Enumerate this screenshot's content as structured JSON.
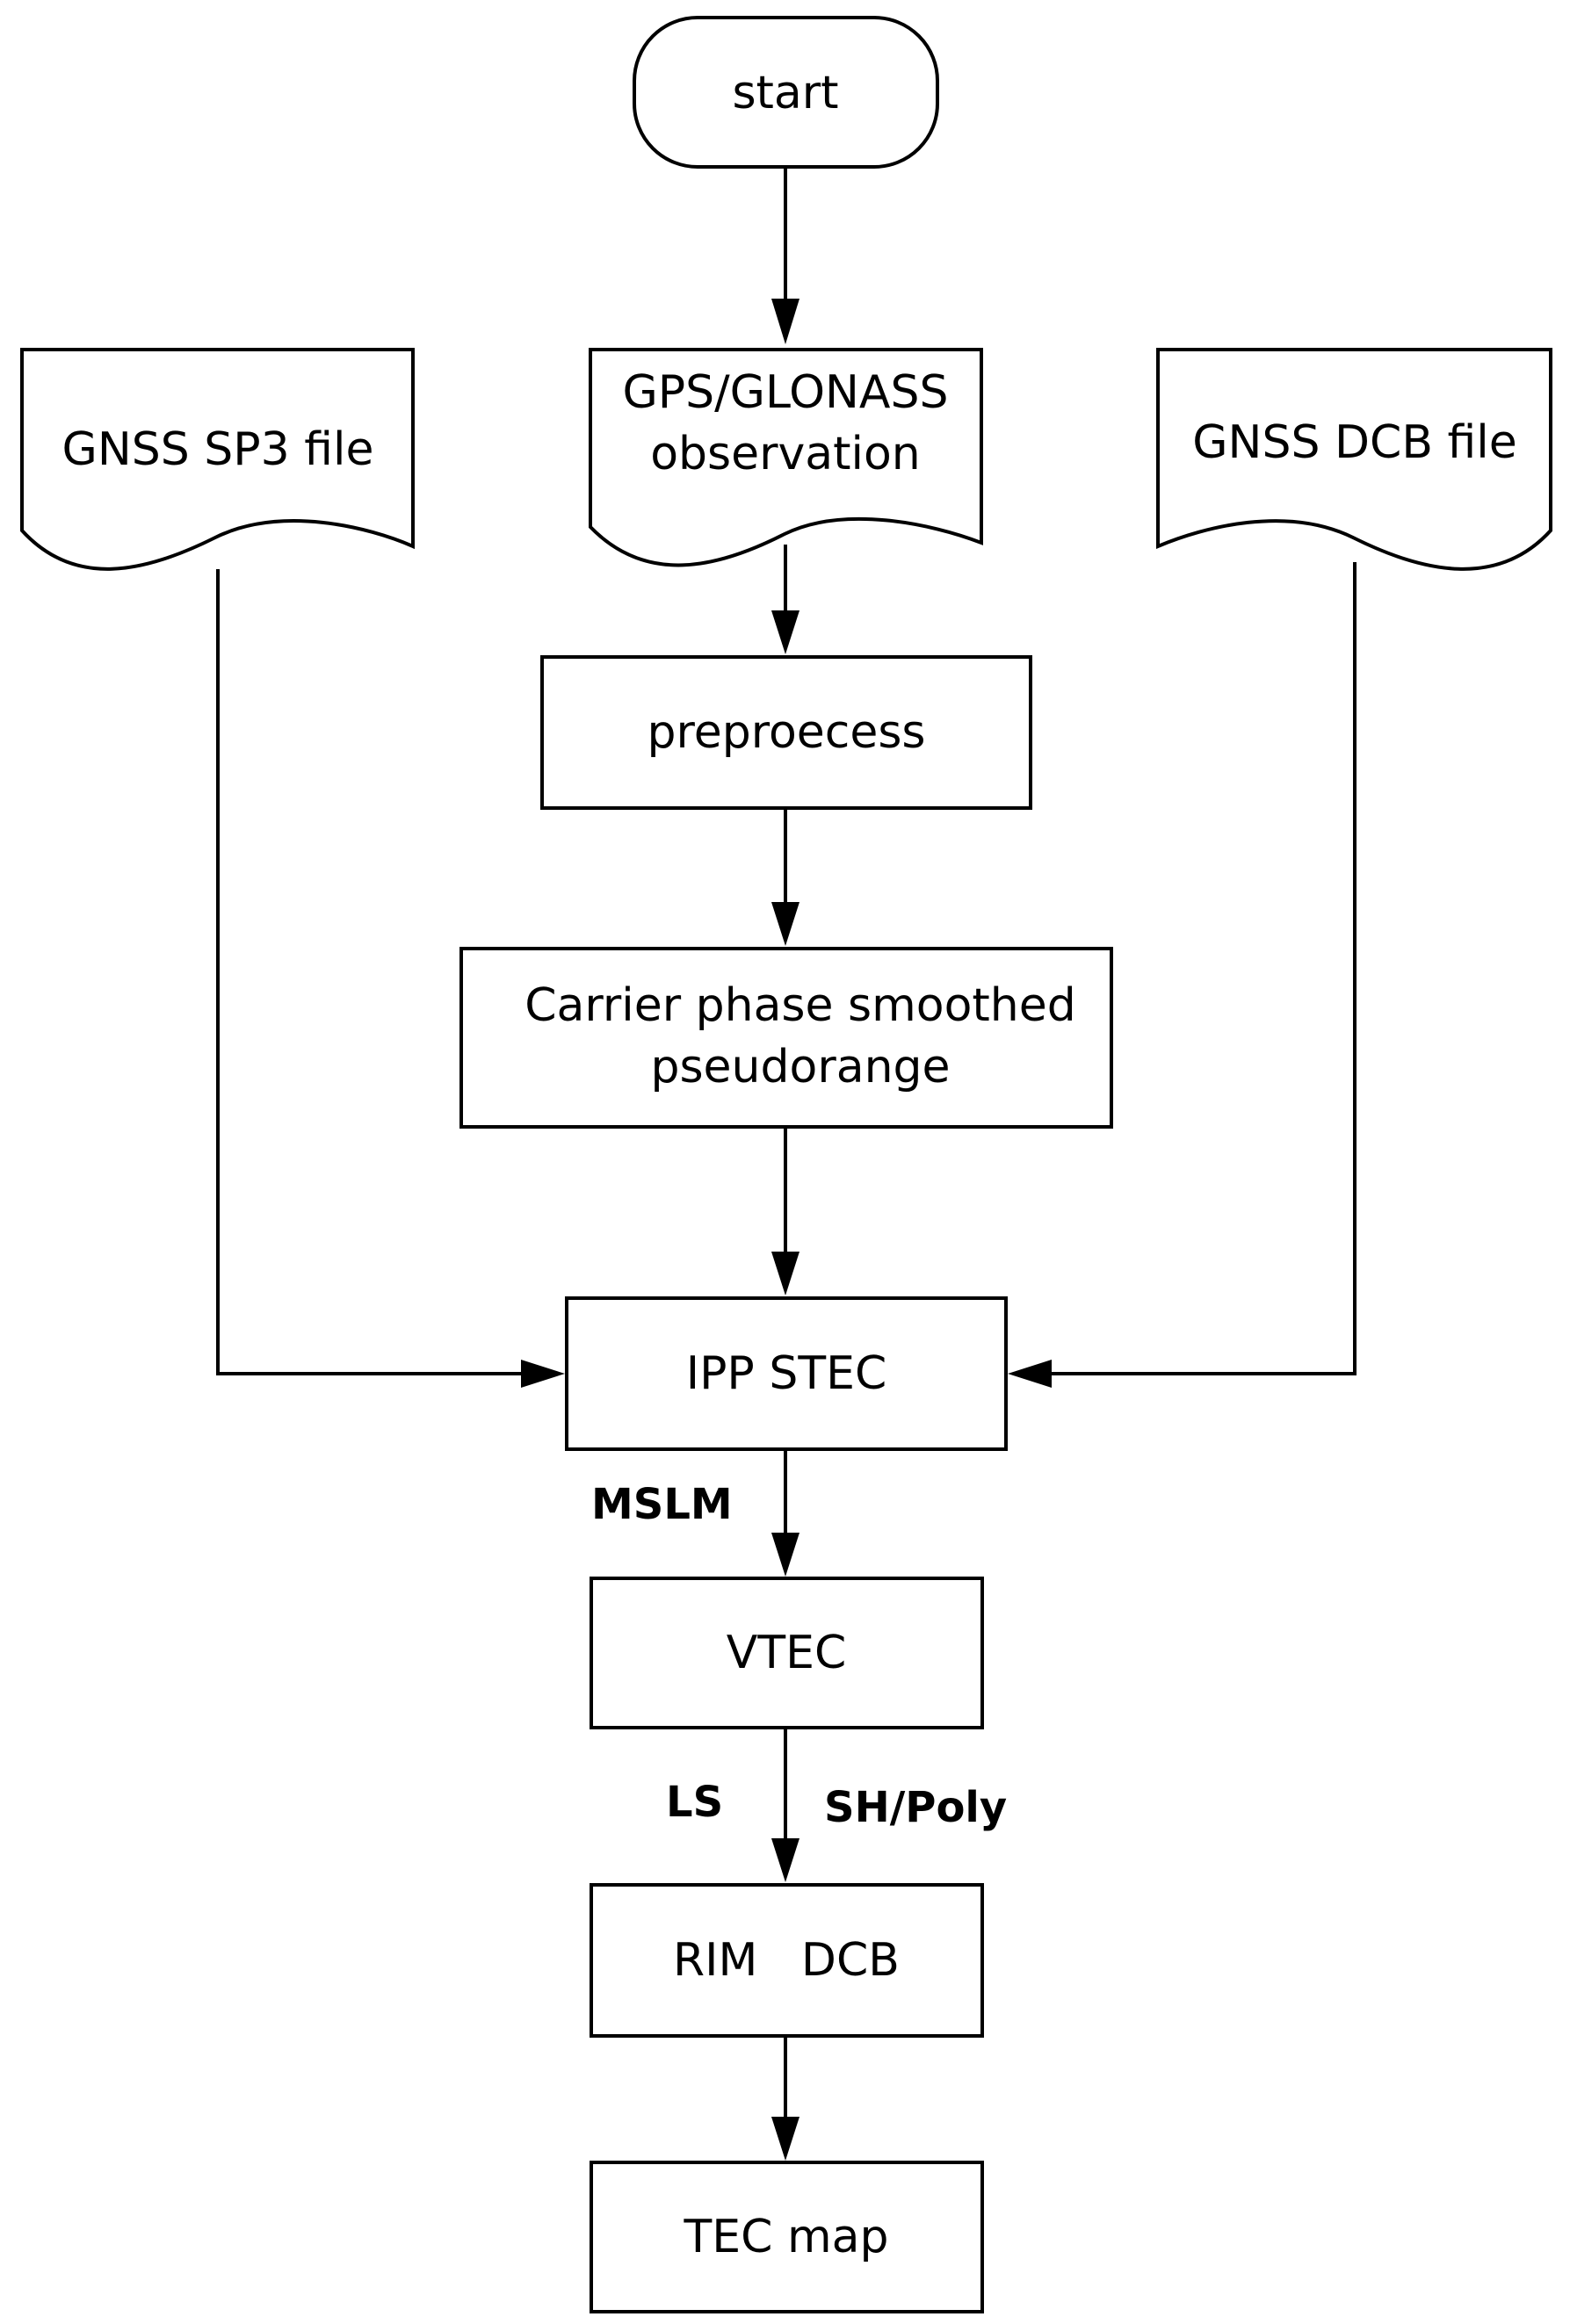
{
  "flowchart": {
    "nodes": {
      "start": "start",
      "sp3_file": "GNSS SP3 file",
      "observation": [
        "GPS/GLONASS",
        "observation"
      ],
      "dcb_file": "GNSS DCB file",
      "preprocess": "preproecess",
      "smoothing": [
        "Carrier phase smoothed",
        "pseudorange"
      ],
      "ipp_stec": "IPP STEC",
      "vtec": "VTEC",
      "rim_dcb": "RIM   DCB",
      "tec_map": "TEC map"
    },
    "edge_labels": {
      "mslm": "MSLM",
      "ls": "LS",
      "sh_poly": "SH/Poly"
    }
  }
}
